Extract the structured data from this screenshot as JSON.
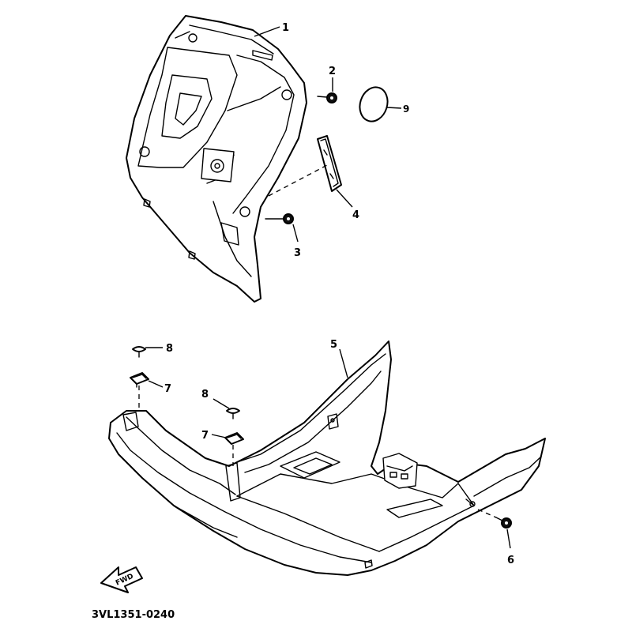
{
  "diagram_code": "3VL1351-0240",
  "callouts": [
    {
      "id": "1",
      "label": "1"
    },
    {
      "id": "2",
      "label": "2"
    },
    {
      "id": "3",
      "label": "3"
    },
    {
      "id": "4",
      "label": "4"
    },
    {
      "id": "5",
      "label": "5"
    },
    {
      "id": "6",
      "label": "6"
    },
    {
      "id": "7a",
      "label": "7"
    },
    {
      "id": "7b",
      "label": "7"
    },
    {
      "id": "8a",
      "label": "8"
    },
    {
      "id": "8b",
      "label": "8"
    },
    {
      "id": "9",
      "label": "9"
    }
  ],
  "fwd_arrow": {
    "label": "FWD"
  }
}
